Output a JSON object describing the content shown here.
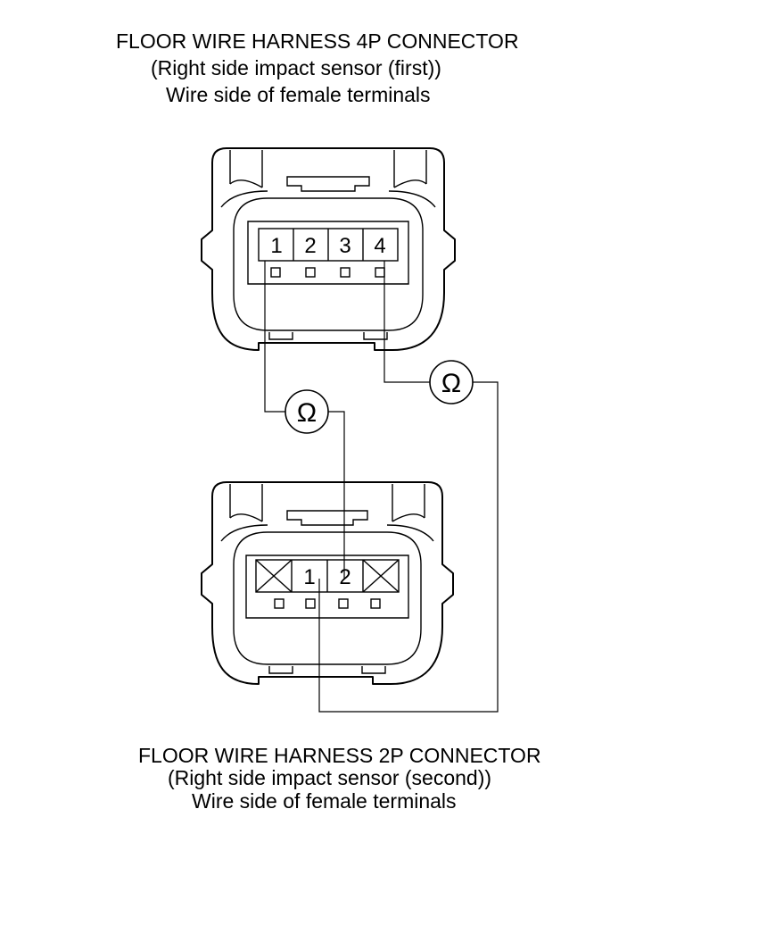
{
  "top_connector": {
    "title": "FLOOR WIRE HARNESS 4P CONNECTOR",
    "subtitle": "(Right side impact sensor (first))",
    "note": "Wire side of female terminals",
    "pins": [
      "1",
      "2",
      "3",
      "4"
    ]
  },
  "bottom_connector": {
    "title": "FLOOR WIRE HARNESS 2P CONNECTOR",
    "subtitle": "(Right side impact sensor (second))",
    "note": "Wire side of female terminals",
    "pins": [
      "1",
      "2"
    ]
  },
  "meters": [
    {
      "symbol": "Ω"
    },
    {
      "symbol": "Ω"
    }
  ]
}
